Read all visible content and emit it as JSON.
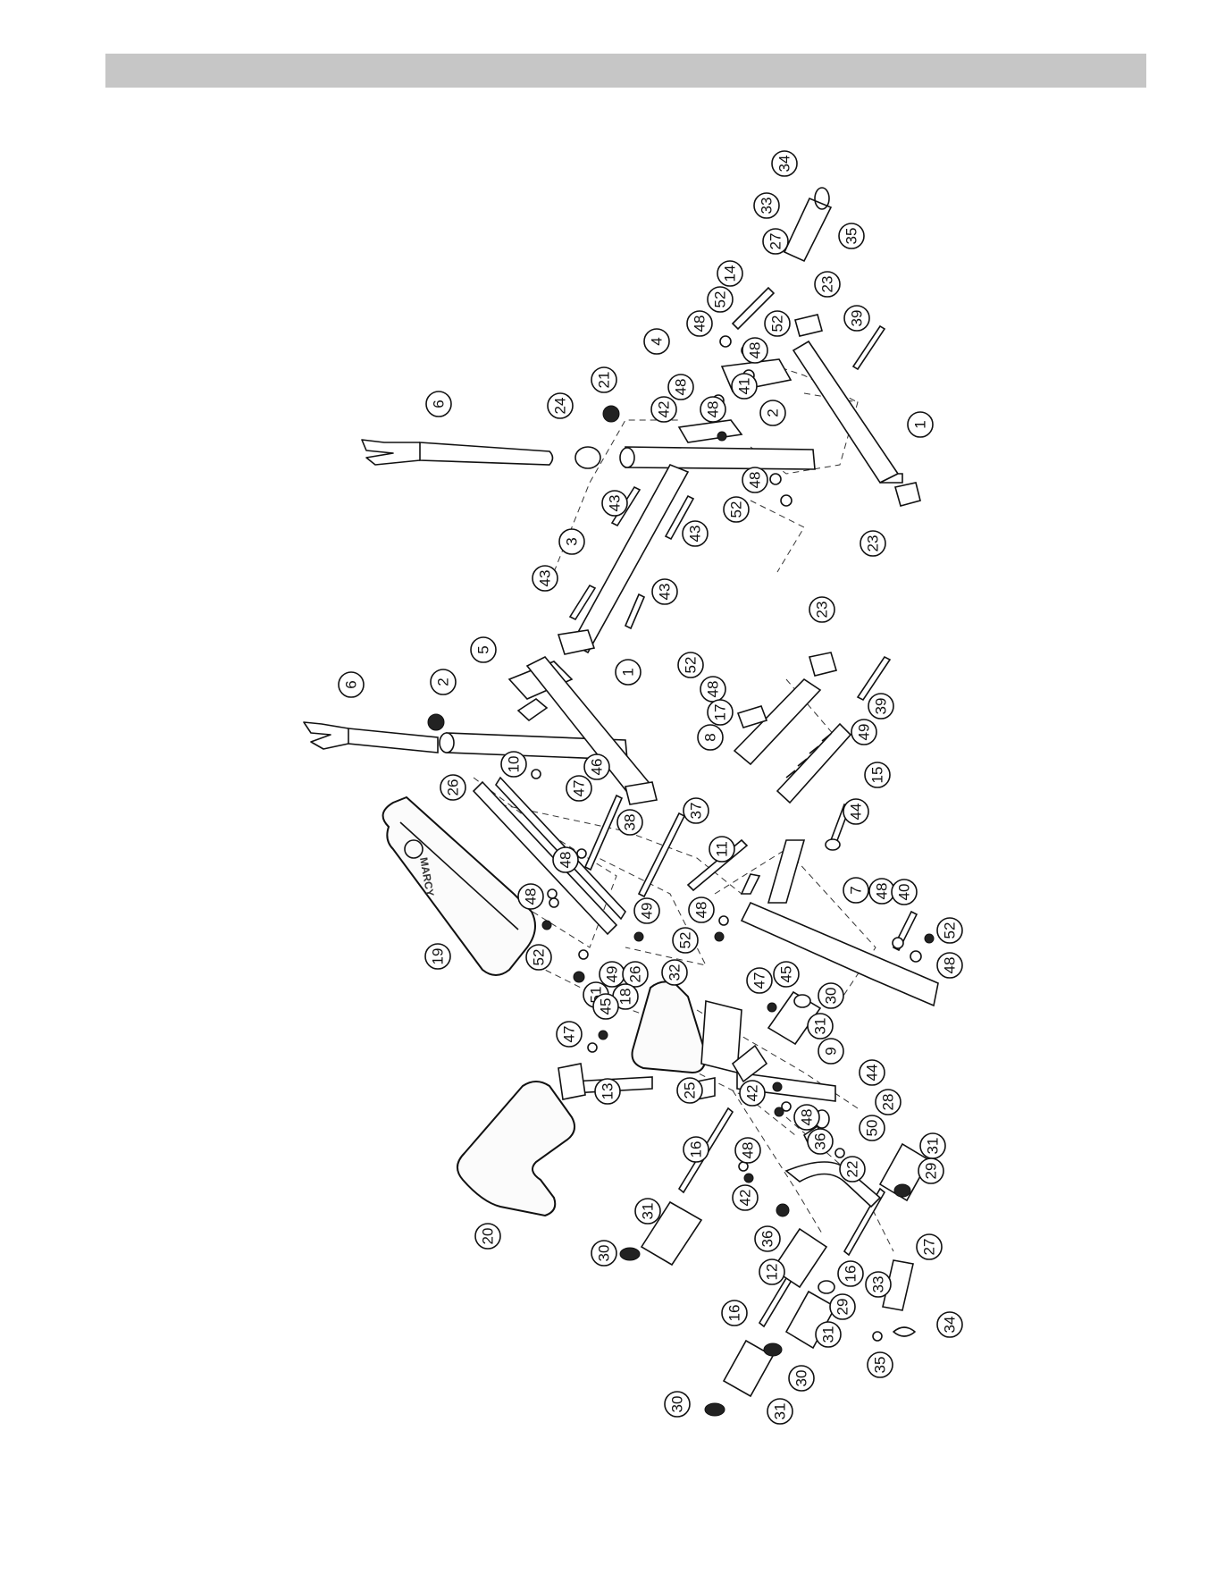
{
  "logo_text": "MARCY",
  "callouts": [
    {
      "label": "34"
    },
    {
      "label": "33"
    },
    {
      "label": "35"
    },
    {
      "label": "27"
    },
    {
      "label": "14"
    },
    {
      "label": "23"
    },
    {
      "label": "52"
    },
    {
      "label": "48"
    },
    {
      "label": "52"
    },
    {
      "label": "48"
    },
    {
      "label": "39"
    },
    {
      "label": "4"
    },
    {
      "label": "48"
    },
    {
      "label": "41"
    },
    {
      "label": "42"
    },
    {
      "label": "48"
    },
    {
      "label": "6"
    },
    {
      "label": "24"
    },
    {
      "label": "21"
    },
    {
      "label": "2"
    },
    {
      "label": "1"
    },
    {
      "label": "48"
    },
    {
      "label": "52"
    },
    {
      "label": "23"
    },
    {
      "label": "43"
    },
    {
      "label": "43"
    },
    {
      "label": "3"
    },
    {
      "label": "43"
    },
    {
      "label": "43"
    },
    {
      "label": "5"
    },
    {
      "label": "6"
    },
    {
      "label": "2"
    },
    {
      "label": "1"
    },
    {
      "label": "23"
    },
    {
      "label": "52"
    },
    {
      "label": "48"
    },
    {
      "label": "17"
    },
    {
      "label": "39"
    },
    {
      "label": "49"
    },
    {
      "label": "8"
    },
    {
      "label": "15"
    },
    {
      "label": "26"
    },
    {
      "label": "10"
    },
    {
      "label": "46"
    },
    {
      "label": "47"
    },
    {
      "label": "38"
    },
    {
      "label": "37"
    },
    {
      "label": "44"
    },
    {
      "label": "11"
    },
    {
      "label": "48"
    },
    {
      "label": "49"
    },
    {
      "label": "48"
    },
    {
      "label": "52"
    },
    {
      "label": "7"
    },
    {
      "label": "48"
    },
    {
      "label": "40"
    },
    {
      "label": "52"
    },
    {
      "label": "48"
    },
    {
      "label": "19"
    },
    {
      "label": "52"
    },
    {
      "label": "48"
    },
    {
      "label": "49"
    },
    {
      "label": "26"
    },
    {
      "label": "51"
    },
    {
      "label": "32"
    },
    {
      "label": "18"
    },
    {
      "label": "47"
    },
    {
      "label": "45"
    },
    {
      "label": "30"
    },
    {
      "label": "31"
    },
    {
      "label": "45"
    },
    {
      "label": "47"
    },
    {
      "label": "9"
    },
    {
      "label": "44"
    },
    {
      "label": "13"
    },
    {
      "label": "25"
    },
    {
      "label": "42"
    },
    {
      "label": "48"
    },
    {
      "label": "36"
    },
    {
      "label": "28"
    },
    {
      "label": "50"
    },
    {
      "label": "31"
    },
    {
      "label": "22"
    },
    {
      "label": "29"
    },
    {
      "label": "20"
    },
    {
      "label": "16"
    },
    {
      "label": "48"
    },
    {
      "label": "42"
    },
    {
      "label": "31"
    },
    {
      "label": "30"
    },
    {
      "label": "36"
    },
    {
      "label": "12"
    },
    {
      "label": "27"
    },
    {
      "label": "16"
    },
    {
      "label": "29"
    },
    {
      "label": "33"
    },
    {
      "label": "16"
    },
    {
      "label": "31"
    },
    {
      "label": "30"
    },
    {
      "label": "34"
    },
    {
      "label": "35"
    },
    {
      "label": "30"
    },
    {
      "label": "31"
    }
  ]
}
